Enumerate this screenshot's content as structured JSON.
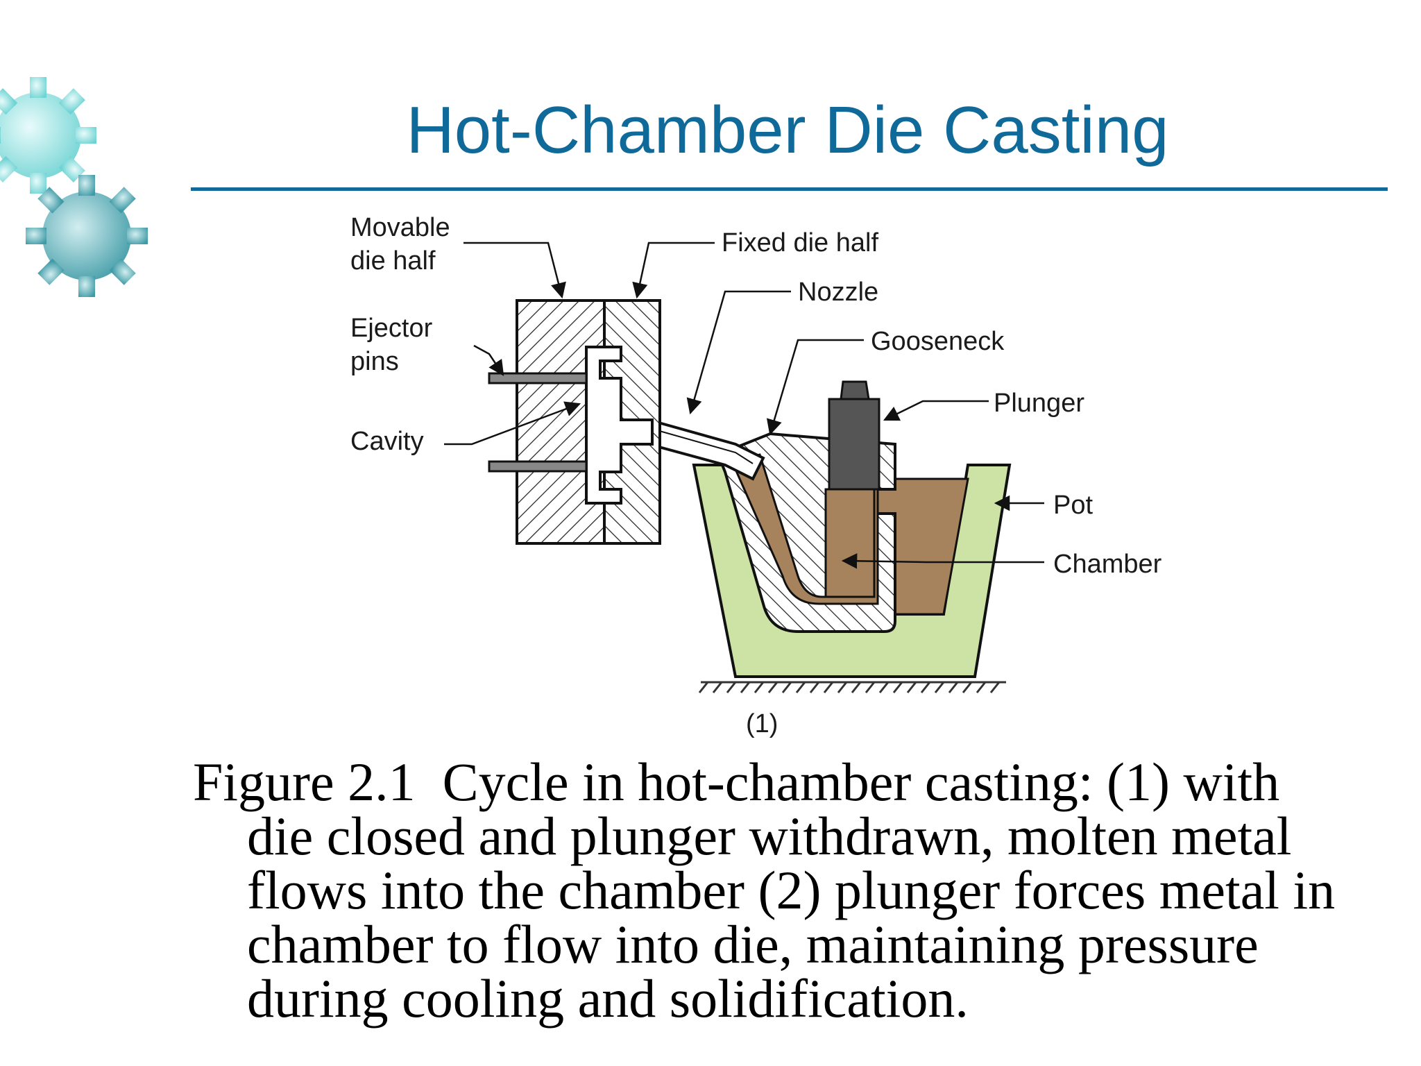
{
  "slide": {
    "title": "Hot-Chamber Die Casting"
  },
  "diagram": {
    "labels": {
      "movable_die_half_line1": "Movable",
      "movable_die_half_line2": "die half",
      "fixed_die_half": "Fixed die half",
      "nozzle": "Nozzle",
      "gooseneck": "Gooseneck",
      "ejector_pins_line1": "Ejector",
      "ejector_pins_line2": "pins",
      "plunger": "Plunger",
      "cavity": "Cavity",
      "pot": "Pot",
      "chamber": "Chamber",
      "figure_part": "(1)"
    },
    "colors": {
      "molten_metal": "#a6825d",
      "pot": "#cde3a6",
      "plunger": "#555555",
      "accent": "#0f6a9a"
    }
  },
  "caption": {
    "line1": "Figure 2.1  Cycle in hot-chamber casting: (1) with",
    "line2": "die closed and plunger withdrawn, molten metal",
    "line3": "flows into the chamber (2) plunger forces metal in",
    "line4": "chamber to flow into die, maintaining pressure",
    "line5": "during cooling and solidification."
  },
  "decor": {
    "icon": "gears-icon"
  }
}
